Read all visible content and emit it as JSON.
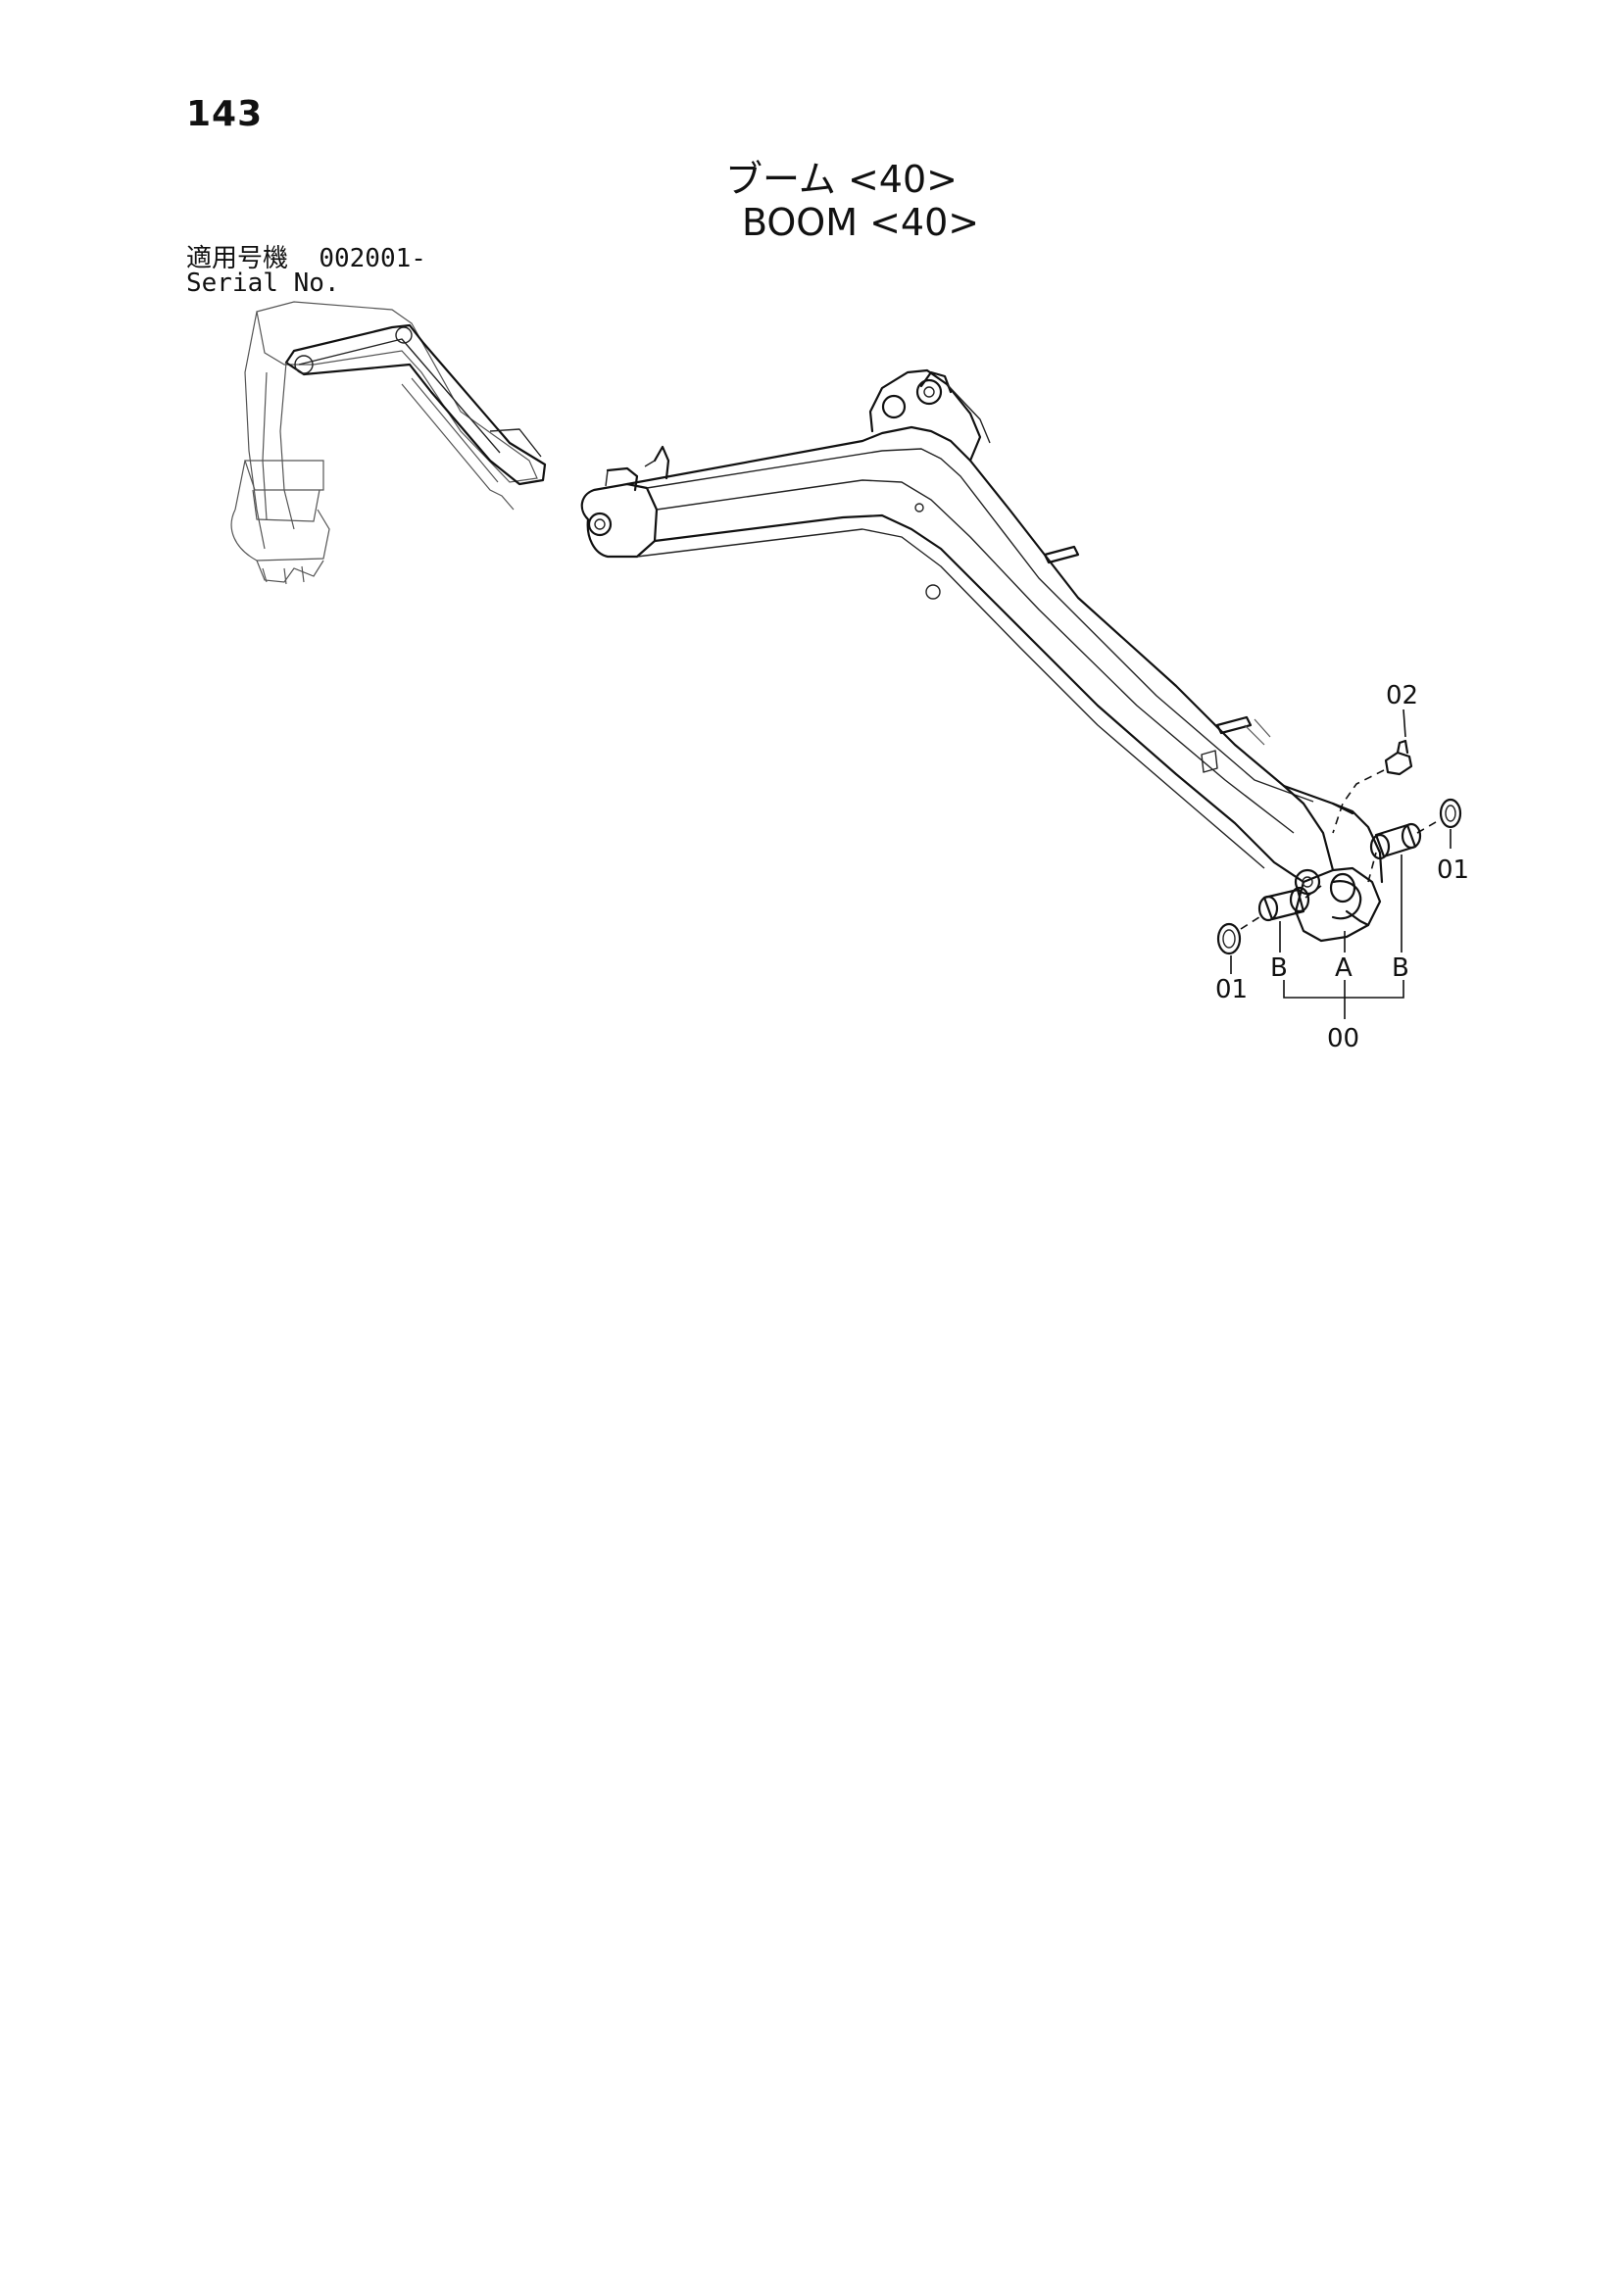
{
  "page": {
    "number": "143"
  },
  "title": {
    "japanese": "ブーム <40>",
    "english": "BOOM <40>"
  },
  "serial": {
    "label_jp": "適用号機",
    "value": "002001-",
    "label_en": "Serial No."
  },
  "callouts": {
    "part_02": "02",
    "part_01_right": "01",
    "part_01_left": "01",
    "item_b_left": "B",
    "item_a": "A",
    "item_b_right": "B",
    "assembly_00": "00"
  }
}
